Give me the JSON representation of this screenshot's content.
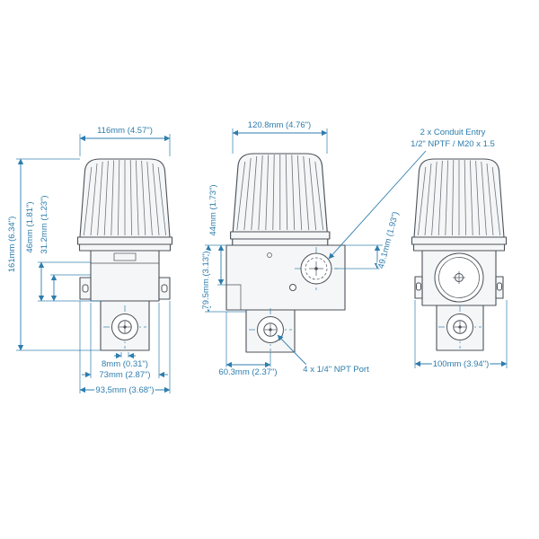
{
  "colors": {
    "dim": "#2e7dad",
    "line": "#4c525a",
    "fill": "#f5f6f7",
    "rib": "#71777e",
    "bg": "#ffffff"
  },
  "front_view": {
    "width": "116mm (4.57\")",
    "height": "161mm (6.34\")",
    "dim_46": "46mm (1.81\")",
    "dim_31": "31.2mm (1.23\")",
    "dim_8": "8mm (0.31\")",
    "dim_73": "73mm (2.87\")",
    "dim_93": "93,5mm (3.68\")"
  },
  "side_view": {
    "width": "120.8mm (4.76\")",
    "dim_44": "44mm (1.73\")",
    "dim_79": "79.5mm (3.13\")",
    "dim_49": "49.1mm (1.93\")",
    "dim_60": "60.3mm (2.37\")",
    "port_label": "4 x 1/4\" NPT Port",
    "conduit_label_1": "2 x Conduit Entry",
    "conduit_label_2": "1/2\" NPTF / M20 x 1.5"
  },
  "back_view": {
    "width": "100mm (3.94\")"
  }
}
